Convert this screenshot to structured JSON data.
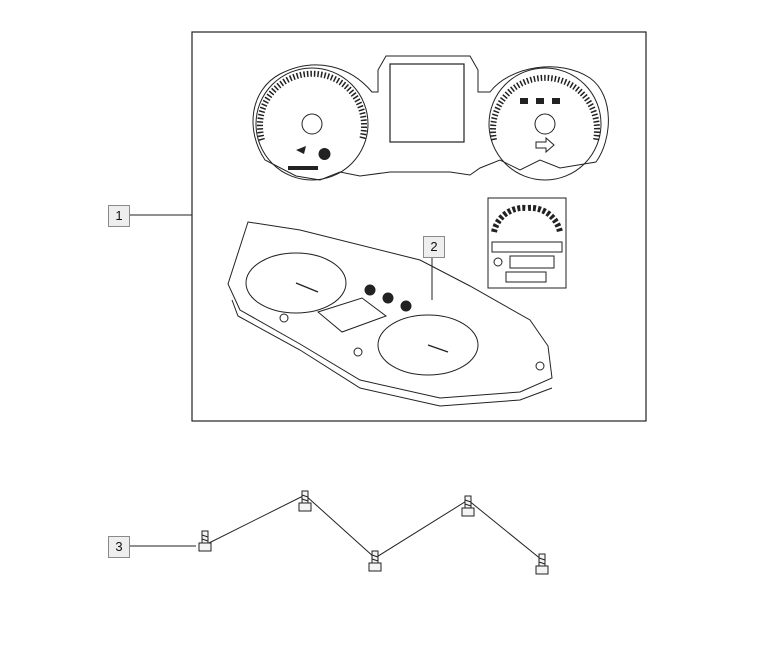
{
  "callouts": [
    {
      "id": "1",
      "label": "1"
    },
    {
      "id": "2",
      "label": "2"
    },
    {
      "id": "3",
      "label": "3"
    }
  ],
  "icons": [
    "speedometer-dial-icon",
    "tachometer-dial-icon",
    "lcd-display-icon",
    "instrument-cluster-housing-icon",
    "screw-icon"
  ],
  "colors": {
    "line": "#222222",
    "callout_bg": "#eeeeee",
    "callout_border": "#8a8a8a"
  }
}
